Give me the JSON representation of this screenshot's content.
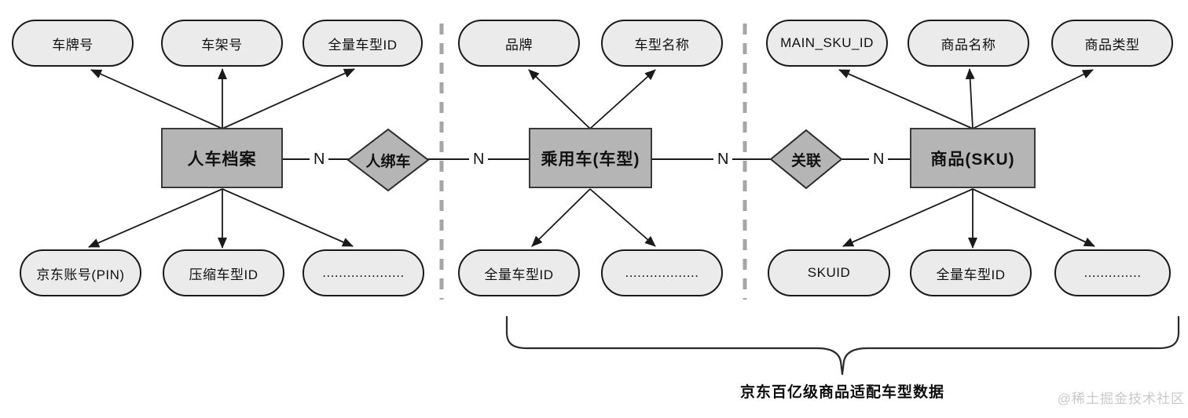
{
  "diagram_type": "entity-relationship",
  "top_attributes": [
    "车牌号",
    "车架号",
    "全量车型ID",
    "品牌",
    "车型名称",
    "MAIN_SKU_ID",
    "商品名称",
    "商品类型"
  ],
  "entities": [
    "人车档案",
    "乘用车(车型)",
    "商品(SKU)"
  ],
  "relationships": [
    "人绑车",
    "关联"
  ],
  "cardinality_labels": [
    "N",
    "N",
    "N",
    "N"
  ],
  "bottom_attributes": [
    "京东账号(PIN)",
    "压缩车型ID",
    "....................",
    "全量车型ID",
    "..................",
    "SKUID",
    "全量车型ID",
    ".............."
  ],
  "caption": "京东百亿级商品适配车型数据",
  "watermark": "@稀土掘金技术社区",
  "colors": {
    "background": "#ffffff",
    "attribute_fill": "#ebebeb",
    "entity_fill": "#b5b5b5",
    "diamond_fill": "#b5b5b5",
    "line": "#1a1a1a",
    "dashed_divider": "#a6a6a6",
    "watermark_text": "#c9c9c9"
  }
}
